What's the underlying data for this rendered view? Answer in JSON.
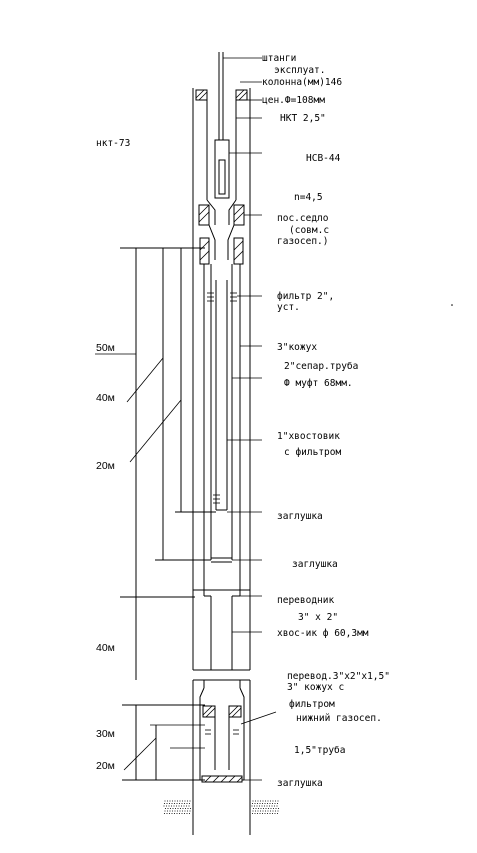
{
  "labels": {
    "rods": "штанги",
    "casing_1": "эксплуат.",
    "casing_2": "колонна(мм)146",
    "centralizer": "цен.Ф=108мм",
    "tubing_25": "НКТ 2,5\"",
    "tubing_73": "нкт-73",
    "pump": "НСВ-44",
    "n_value": "n=4,5",
    "seat_1": "пос.седло",
    "seat_2": "(совм.с",
    "seat_3": "газосеп.)",
    "filter_1": "фильтр 2\",",
    "filter_2": "уст.",
    "shroud_3": "3\"кожух",
    "sep_pipe": "2\"сепар.труба",
    "coupling": "Ф муфт 68мм.",
    "tail_1": "1\"хвостовик",
    "tail_2": "с фильтром",
    "plug_1": "заглушка",
    "plug_2": "заглушка",
    "adapter": "переводник",
    "adapter_size": "3\" x 2\"",
    "tail_603": "хвос-ик ф 60,3мм",
    "adapter2": "перевод.3\"x2\"x1,5\"",
    "shroud_lower": "3\" кожух с",
    "filter_lower": "фильтром",
    "lower_gassep": "нижний газосеп.",
    "pipe_15": "1,5\"труба",
    "plug_3": "заглушка"
  },
  "dimensions": {
    "d50": "50м",
    "d40a": "40м",
    "d20a": "20м",
    "d40b": "40м",
    "d30": "30м",
    "d20b": "20м"
  }
}
